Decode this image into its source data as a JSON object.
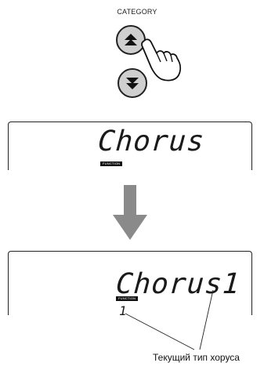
{
  "category": {
    "label": "CATEGORY"
  },
  "icons": {
    "up": "up-arrow-icon",
    "down": "down-arrow-icon",
    "hand": "pointing-hand-icon",
    "transition": "down-arrow-icon"
  },
  "display_before": {
    "text": "Chorus",
    "function_badge": "FUNCTION"
  },
  "display_after": {
    "text": "Chorus1",
    "function_badge": "FUNCTION",
    "value": "1"
  },
  "caption": {
    "text": "Текущий тип хоруса"
  },
  "colors": {
    "button_fill": "#cfcfcf",
    "arrow_fill": "#8a8a8a",
    "lcd_text": "#1a1a1a"
  }
}
